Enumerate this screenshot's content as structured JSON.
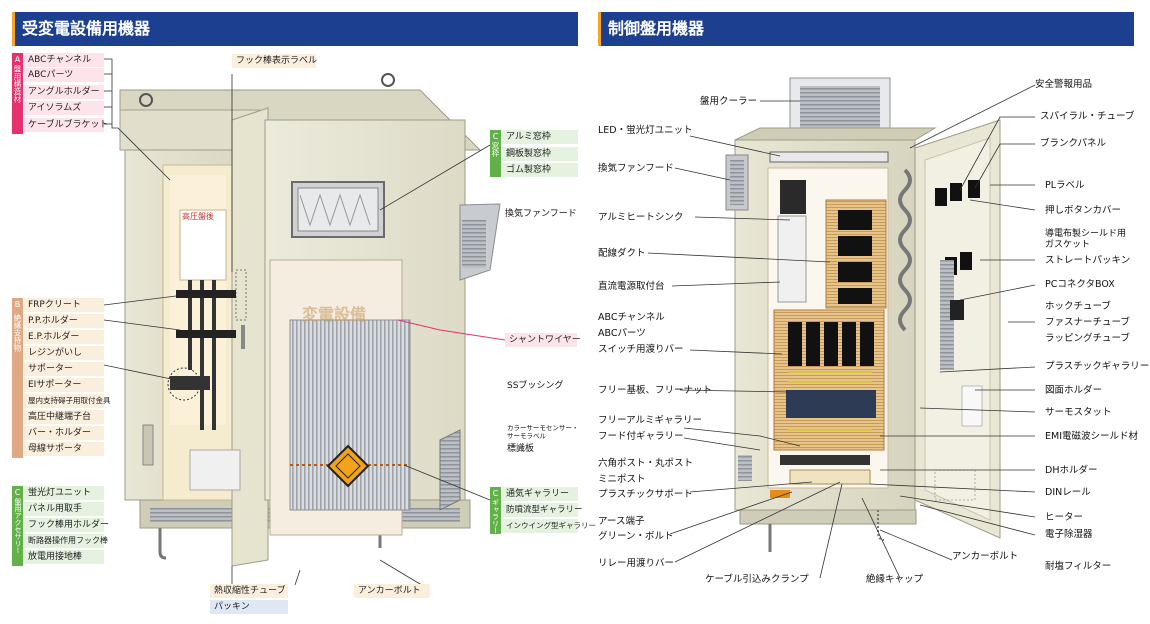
{
  "headers": {
    "left": "受変電設備用機器",
    "right": "制御盤用機器"
  },
  "colors": {
    "header_bg": "#1d3f8f",
    "cat_a": "#e5326e",
    "cat_b": "#e0a983",
    "cat_c": "#62b04a"
  },
  "left_groups": {
    "a": {
      "letter": "A",
      "name": "盤用構造材",
      "items": [
        "ABCチャンネル",
        "ABCパーツ",
        "アングルホルダー",
        "アイソラムズ",
        "ケーブルブラケット"
      ]
    },
    "b": {
      "letter": "B",
      "name": "絶縁支持物",
      "items": [
        "FRPクリート",
        "P.P.ホルダー",
        "E.P.ホルダー",
        "レジンがいし",
        "サポーター",
        "EIサポーター",
        "屋内支持碍子用取付金具",
        "高圧中継端子台",
        "バー・ホルダー",
        "母線サポータ"
      ]
    },
    "c": {
      "letter": "C",
      "name": "盤用アクセサリー",
      "items": [
        "蛍光灯ユニット",
        "パネル用取手",
        "フック棒用ホルダー",
        "断路器操作用フック棒",
        "放電用接地棒"
      ]
    }
  },
  "center_labels": {
    "top": "フック棒表示ラベル",
    "bottom": [
      "熱収縮性チューブ",
      "パッキン"
    ]
  },
  "window_group": {
    "letter": "C",
    "name": "窓枠",
    "items": [
      "アルミ窓枠",
      "鋼板製窓枠",
      "ゴム製窓枠"
    ]
  },
  "louver_group": {
    "letter": "C",
    "name": "ギャラリー",
    "items": [
      "通気ギャラリー",
      "防噴流型ギャラリー",
      "インウイング型ギャラリー"
    ]
  },
  "mid_labels": {
    "fan_hood": "換気ファンフード",
    "shunt_wire": "シャントワイヤー",
    "ss_bushing": "SSブッシング",
    "color_sensor": "カラーサーモセンサー・サーモラベル",
    "name_plate": "標識板",
    "anchor_bolt": "アンカーボルト"
  },
  "cabinet_text": {
    "panel_sign": "高圧盤後",
    "watermark": "変電設備"
  },
  "right_left_labels": [
    "盤用クーラー",
    "LED・蛍光灯ユニット",
    "換気ファンフード",
    "アルミヒートシンク",
    "配線ダクト",
    "直流電源取付台",
    "ABCチャンネル",
    "ABCパーツ",
    "スイッチ用渡りバー",
    "フリー基板、フリーナット",
    "フリーアルミギャラリー",
    "フード付ギャラリー",
    "六角ポスト・丸ポスト",
    "ミニポスト",
    "プラスチックサポート",
    "アース端子",
    "グリーン・ボルト",
    "リレー用渡りバー"
  ],
  "right_bottom_labels": [
    "ケーブル引込みクランプ",
    "絶縁キャップ",
    "アンカーボルト",
    "耐塩フィルター"
  ],
  "right_right_labels": [
    "安全警報用品",
    "スパイラル・チューブ",
    "ブランクパネル",
    "PLラベル",
    "押しボタンカバー",
    "導電布製シールド用",
    "ガスケット",
    "ストレートパッキン",
    "PCコネクタBOX",
    "ホックチューブ",
    "ファスナーチューブ",
    "ラッピングチューブ",
    "プラスチックギャラリー",
    "図面ホルダー",
    "サーモスタット",
    "EMI電磁波シールド材",
    "DHホルダー",
    "DINレール",
    "ヒーター",
    "電子除湿器"
  ]
}
